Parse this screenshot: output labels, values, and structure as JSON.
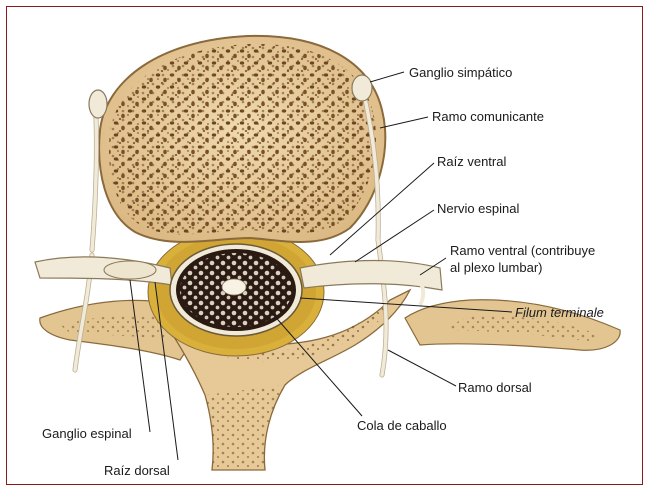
{
  "labels": {
    "ganglio_simpatico": "Ganglio simpático",
    "ramo_comunicante": "Ramo comunicante",
    "raiz_ventral": "Raíz ventral",
    "nervio_espinal": "Nervio espinal",
    "ramo_ventral_1": "Ramo ventral (contribuye",
    "ramo_ventral_2": "al plexo lumbar)",
    "filum_terminale": "Filum terminale",
    "ramo_dorsal": "Ramo dorsal",
    "cola_de_caballo": "Cola de caballo",
    "ganglio_espinal": "Ganglio espinal",
    "raiz_dorsal": "Raíz dorsal"
  },
  "colors": {
    "frame": "#8b1a1a",
    "bone_fill": "#ecd3a4",
    "bone_edge": "#8a6a3c",
    "pore": "#6b4620",
    "fat": "#d9b13a",
    "nerve": "#f1ead8",
    "canal": "#2a1a12"
  },
  "icons": [
    "vertebra-cross-section-illustration"
  ]
}
